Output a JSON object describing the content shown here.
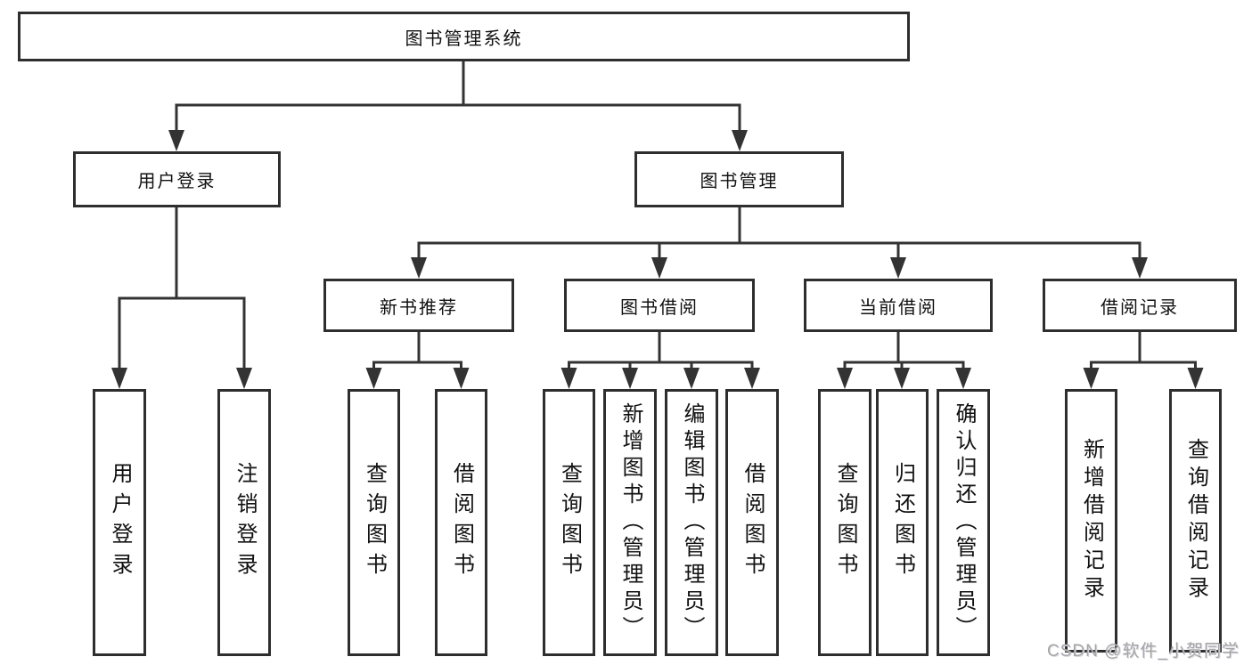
{
  "diagram": {
    "root_label": "图书管理系统",
    "user_login": {
      "label": "用户登录",
      "children": {
        "login": "用户登录",
        "logout": "注销登录"
      }
    },
    "book_mgmt": {
      "label": "图书管理",
      "sections": {
        "new_book_rec": {
          "label": "新书推荐",
          "children": {
            "query": "查询图书",
            "borrow": "借阅图书"
          }
        },
        "book_borrow": {
          "label": "图书借阅",
          "children": {
            "query": "查询图书",
            "add": "新增图书（管理员）",
            "edit": "编辑图书（管理员）",
            "borrow": "借阅图书"
          }
        },
        "current_borrow": {
          "label": "当前借阅",
          "children": {
            "query": "查询图书",
            "return": "归还图书",
            "confirm": "确认归还（管理员）"
          }
        },
        "borrow_record": {
          "label": "借阅记录",
          "children": {
            "add": "新增借阅记录",
            "query": "查询借阅记录"
          }
        }
      }
    }
  },
  "watermark": "CSDN @软件_小贺同学",
  "colors": {
    "line": "#333333",
    "box_border": "#2e2e2e",
    "text": "#111111",
    "watermark_text": "#a6a6a6",
    "background": "#ffffff"
  }
}
